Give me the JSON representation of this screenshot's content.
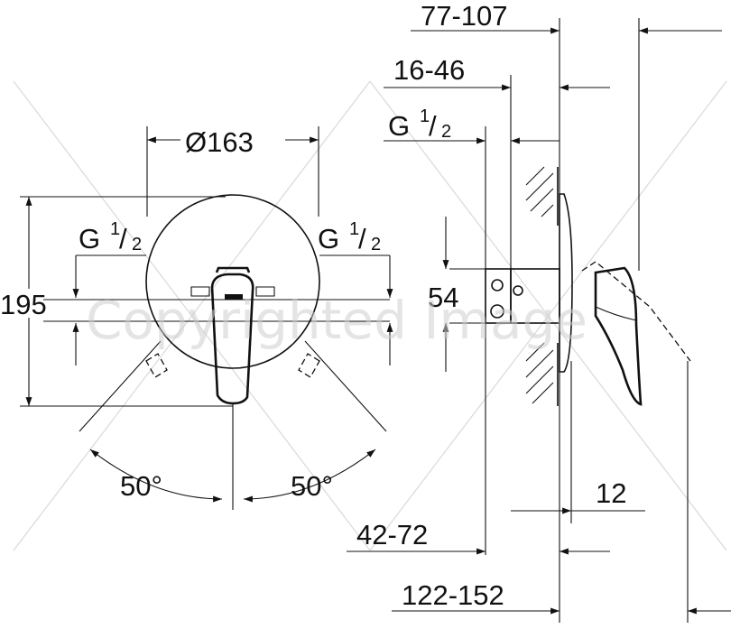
{
  "front_view": {
    "diameter": "Ø163",
    "height": "195",
    "thread_left": {
      "g": "G",
      "num": "1",
      "den": "2"
    },
    "thread_right": {
      "g": "G",
      "num": "1",
      "den": "2"
    },
    "angle_left": "50°",
    "angle_right": "50°"
  },
  "side_view": {
    "depth_total": "77-107",
    "depth_box": "16-46",
    "thread": {
      "g": "G",
      "num": "1",
      "den": "2"
    },
    "offset": "54",
    "plate": "12",
    "wall": "42-72",
    "overall": "122-152"
  },
  "watermark": "Copyrighted Image"
}
